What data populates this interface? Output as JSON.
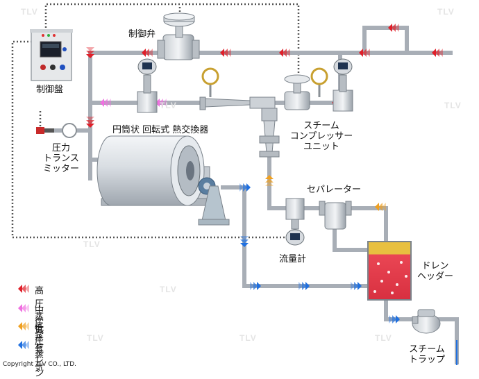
{
  "labels": {
    "control_valve": "制御弁",
    "control_panel": "制御盤",
    "pressure_transmitter": [
      "圧力",
      "トランス",
      "ミッター"
    ],
    "dryer": "円筒状 回転式 熱交換器",
    "steam_compressor_unit": [
      "スチーム",
      "コンプレッサー",
      "ユニット"
    ],
    "separator": "セパレーター",
    "flowmeter": "流量計",
    "drain_header": [
      "ドレン",
      "ヘッダー"
    ],
    "steam_trap": [
      "スチーム",
      "トラップ"
    ]
  },
  "legend": [
    {
      "label": "高圧蒸気",
      "color": "#e0202a"
    },
    {
      "label": "中圧蒸気",
      "color": "#f070e0"
    },
    {
      "label": "低圧蒸気",
      "color": "#f0a020"
    },
    {
      "label": "ドレン",
      "color": "#2070e0"
    }
  ],
  "colors": {
    "pipe": "#a8aeb6",
    "signal_line": "#555555",
    "header_liquid": "#e84050",
    "header_vapor": "#e8c040"
  },
  "watermark": "TLV",
  "copyright": "Copyright TLV CO., LTD."
}
